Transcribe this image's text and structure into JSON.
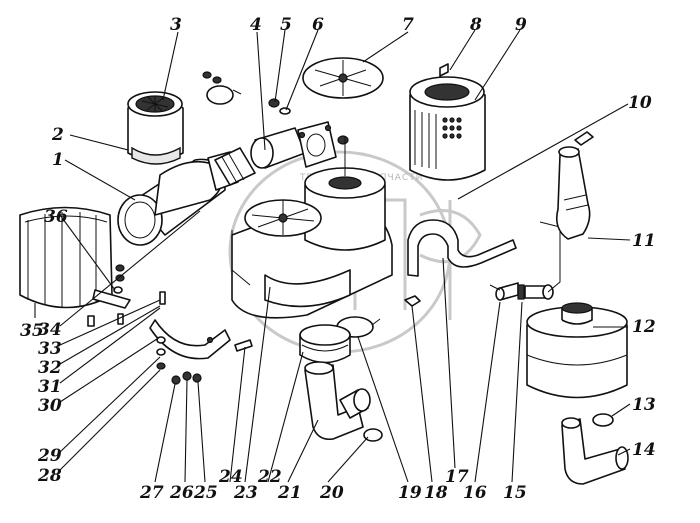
{
  "callouts": [
    {
      "id": "1",
      "text": "1"
    },
    {
      "id": "2",
      "text": "2"
    },
    {
      "id": "3",
      "text": "3"
    },
    {
      "id": "4",
      "text": "4"
    },
    {
      "id": "5",
      "text": "5"
    },
    {
      "id": "6",
      "text": "6"
    },
    {
      "id": "7",
      "text": "7"
    },
    {
      "id": "8",
      "text": "8"
    },
    {
      "id": "9",
      "text": "9"
    },
    {
      "id": "10",
      "text": "10"
    },
    {
      "id": "11",
      "text": "11"
    },
    {
      "id": "12",
      "text": "12"
    },
    {
      "id": "13",
      "text": "13"
    },
    {
      "id": "14",
      "text": "14"
    },
    {
      "id": "15",
      "text": "15"
    },
    {
      "id": "16",
      "text": "16"
    },
    {
      "id": "17",
      "text": "17"
    },
    {
      "id": "18",
      "text": "18"
    },
    {
      "id": "19",
      "text": "19"
    },
    {
      "id": "20",
      "text": "20"
    },
    {
      "id": "21",
      "text": "21"
    },
    {
      "id": "22",
      "text": "22"
    },
    {
      "id": "23",
      "text": "23"
    },
    {
      "id": "24",
      "text": "24"
    },
    {
      "id": "25",
      "text": "25"
    },
    {
      "id": "26",
      "text": "26"
    },
    {
      "id": "27",
      "text": "27"
    },
    {
      "id": "28",
      "text": "28"
    },
    {
      "id": "29",
      "text": "29"
    },
    {
      "id": "30",
      "text": "30"
    },
    {
      "id": "31",
      "text": "31"
    },
    {
      "id": "32",
      "text": "32"
    },
    {
      "id": "33",
      "text": "33"
    },
    {
      "id": "34",
      "text": "34"
    },
    {
      "id": "35",
      "text": "35"
    },
    {
      "id": "36",
      "text": "36"
    }
  ],
  "watermark": {
    "logo": "ЭПФ",
    "caption": "ТЕХНИКА И ЗАПЧАСТИ"
  }
}
